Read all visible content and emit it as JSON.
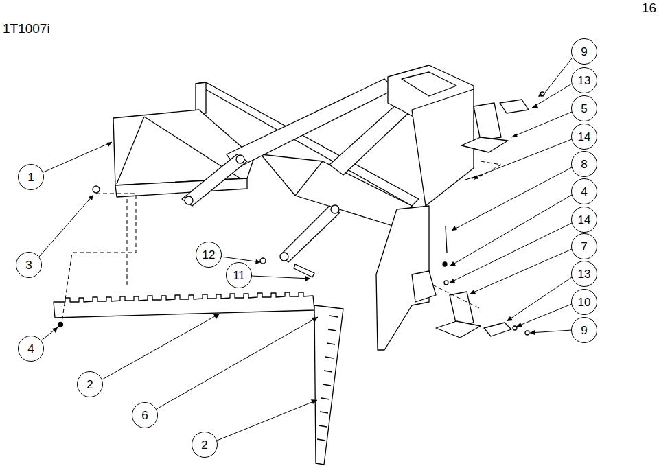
{
  "diagram": {
    "nodes": [
      {
        "text": [
          "9"
        ]
      },
      {
        "text": [
          "13"
        ]
      },
      {
        "text": [
          "5"
        ]
      },
      {
        "text": [
          "14"
        ]
      },
      {
        "text": [
          "1"
        ]
      },
      {
        "text": [
          "8"
        ]
      },
      {
        "text": [
          "4"
        ]
      },
      {
        "text": [
          "3"
        ]
      },
      {
        "text": [
          "12"
        ]
      },
      {
        "text": [
          "14"
        ]
      },
      {
        "text": [
          "7"
        ]
      },
      {
        "text": [
          "11"
        ]
      },
      {
        "text": [
          "13"
        ]
      },
      {
        "text": [
          "10"
        ]
      },
      {
        "text": [
          "4"
        ]
      },
      {
        "text": [
          "9"
        ]
      },
      {
        "text": [
          "2"
        ]
      },
      {
        "text": [
          "6"
        ]
      },
      {
        "text": [
          "2"
        ]
      }
    ],
    "labels": [
      "1T1007i",
      "16"
    ]
  }
}
